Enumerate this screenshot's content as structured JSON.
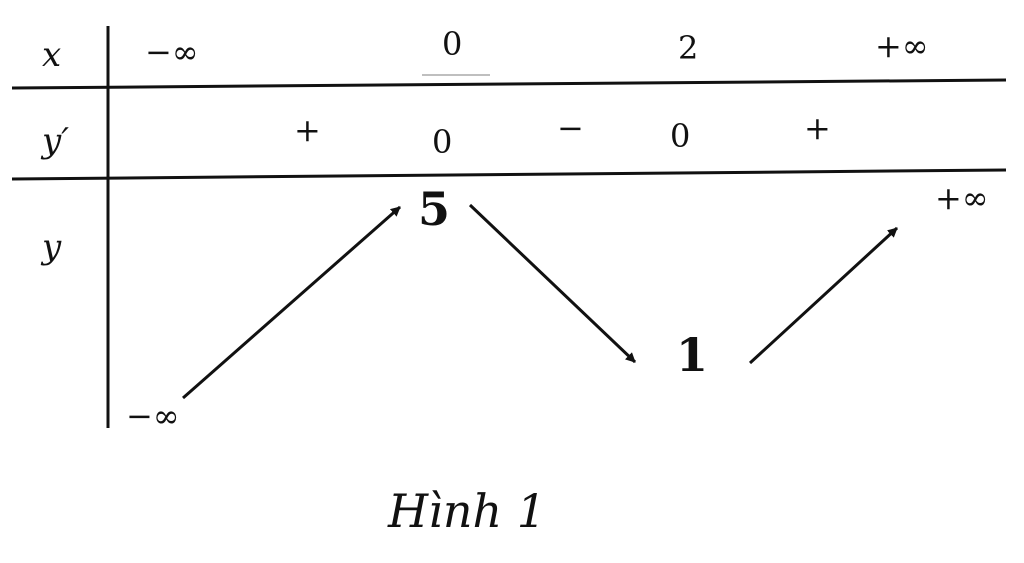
{
  "row_labels": {
    "x": "x",
    "dy": "y′",
    "y": "y"
  },
  "x_values": [
    "−∞",
    "0",
    "2",
    "+∞"
  ],
  "derivative": {
    "signs": [
      "+",
      "−",
      "+"
    ],
    "zeros": [
      "0",
      "0"
    ]
  },
  "y_values": {
    "start": "−∞",
    "max": "5",
    "min": "1",
    "end": "+∞"
  },
  "caption": "Hình 1"
}
